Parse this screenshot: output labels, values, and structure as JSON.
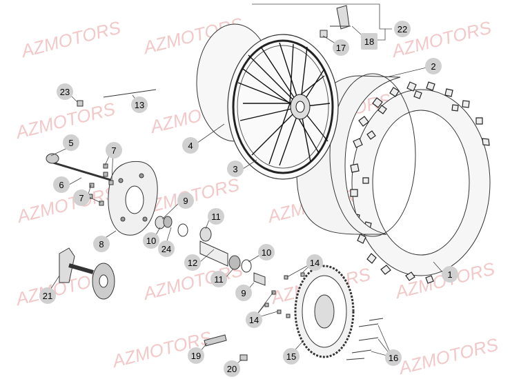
{
  "watermark": "AZMOTORS",
  "callouts": [
    "1",
    "2",
    "3",
    "4",
    "5",
    "6",
    "7",
    "7",
    "8",
    "9",
    "9",
    "10",
    "10",
    "11",
    "11",
    "12",
    "13",
    "14",
    "14",
    "15",
    "16",
    "17",
    "18",
    "19",
    "20",
    "21",
    "22",
    "23",
    "24"
  ],
  "colors": {
    "watermark": "#f2c8c8",
    "callout_fill": "#d0d0d0",
    "line": "#333333"
  }
}
